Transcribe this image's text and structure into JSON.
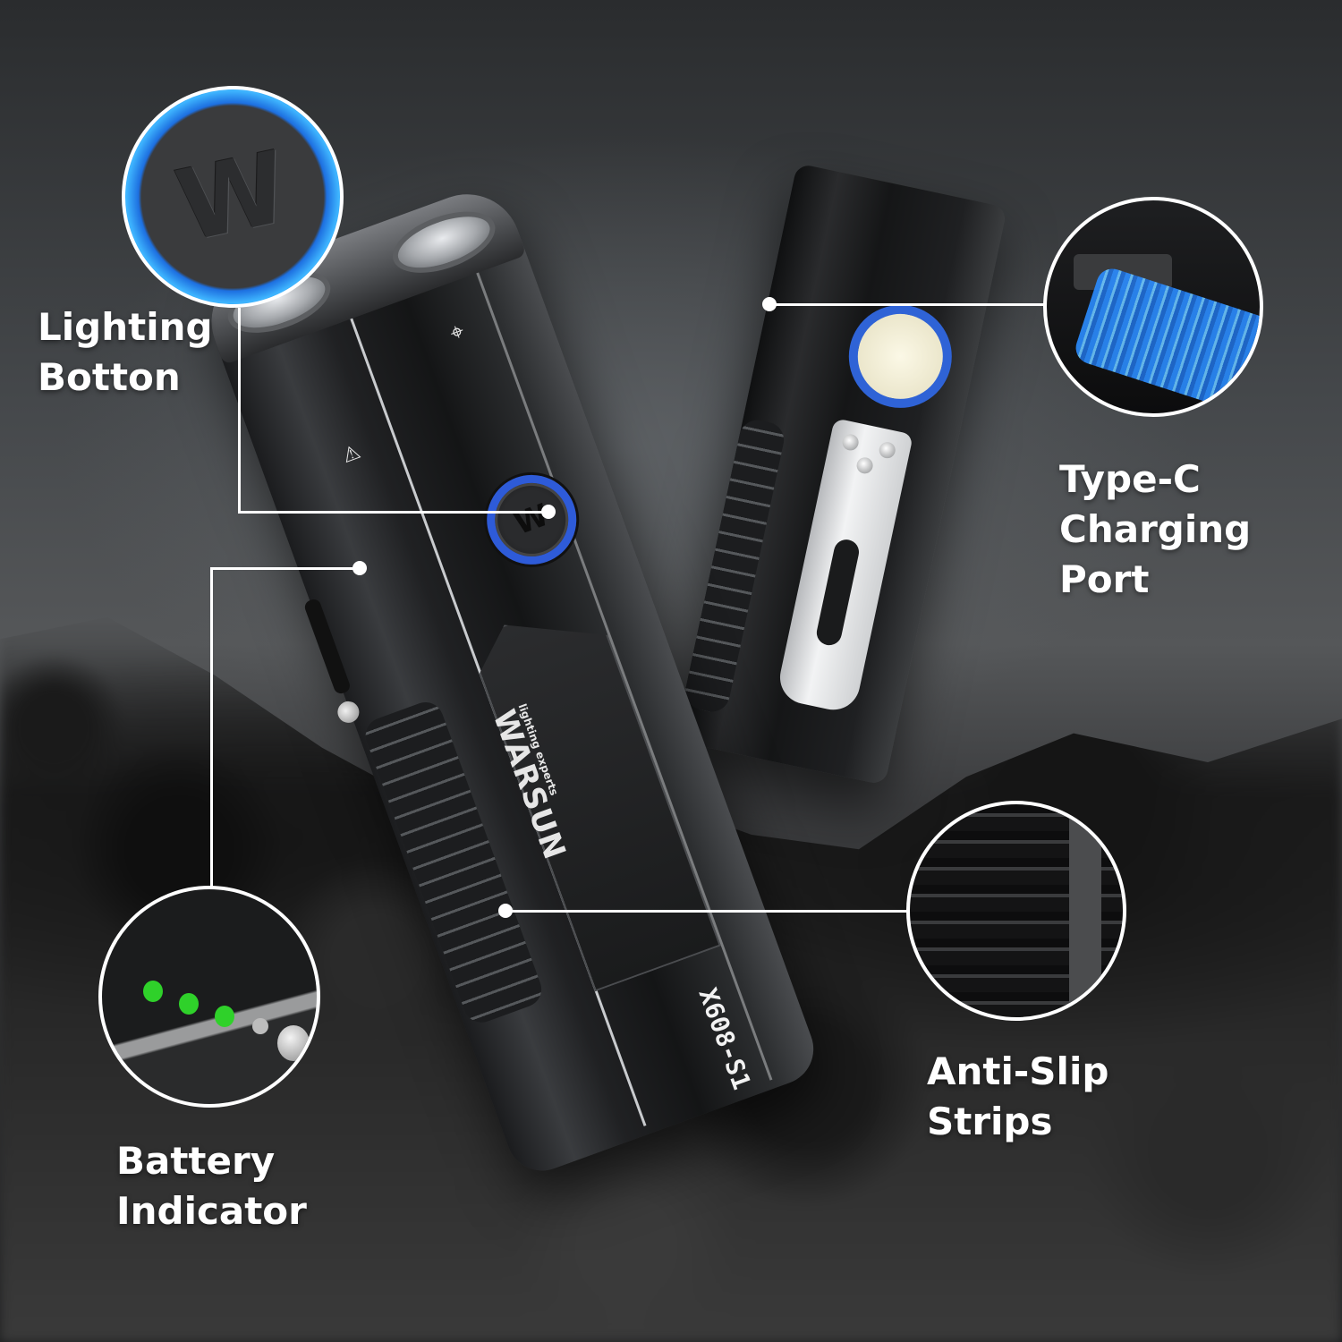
{
  "features": {
    "lighting_button": {
      "line1": "Lighting",
      "line2": "Botton",
      "callout_logo": "W"
    },
    "type_c_port": {
      "line1": "Type-C",
      "line2": "Charging",
      "line3": "Port"
    },
    "anti_slip": {
      "line1": "Anti-Slip",
      "line2": "Strips"
    },
    "battery_indicator": {
      "line1": "Battery",
      "line2": "Indicator",
      "leds": [
        {
          "state": "on",
          "color": "#2fd12a"
        },
        {
          "state": "on",
          "color": "#2fd12a"
        },
        {
          "state": "on",
          "color": "#2fd12a"
        },
        {
          "state": "off",
          "color": "#bdbdbd"
        }
      ]
    }
  },
  "product": {
    "brand": "WARSUN",
    "tagline": "lighting experts",
    "model": "X608-S1",
    "switch_glyph": "W",
    "top_icon": "⌖",
    "ton_icon": "⚠"
  },
  "colors": {
    "accent_blue": "#2e5bd8",
    "led_green": "#2fd12a",
    "text": "#ffffff",
    "background_dark": "#2b2d30"
  }
}
